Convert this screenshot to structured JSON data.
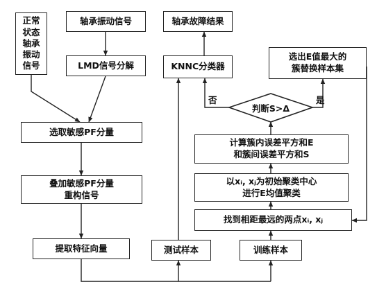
{
  "nodes": {
    "normal_signal": [
      "正常",
      "状态",
      "轴承",
      "振动",
      "信号"
    ],
    "bearing_signal": "轴承振动信号",
    "lmd": "LMD信号分解",
    "fault_result": "轴承故障结果",
    "knnc": "KNNC分类器",
    "select_sample": [
      "选出E值最大的",
      "簇替换样本集"
    ],
    "select_pf": "选取敏感PF分量",
    "judge": "判断S>Δ",
    "compute_err": [
      "计算簇内误差平方和E",
      "和簇间误差平方和S"
    ],
    "reconstruct": [
      "叠加敏感PF分量",
      "重构信号"
    ],
    "kmeans": [
      "以xᵢ, xⱼ为初始聚类中心",
      "进行E均值聚类"
    ],
    "find_points": "找到相距最远的两点xᵢ, xⱼ",
    "extract": "提取特征向量",
    "test_sample": "测试样本",
    "train_sample": "训练样本"
  },
  "edge_labels": {
    "no": "否",
    "yes": "是"
  }
}
